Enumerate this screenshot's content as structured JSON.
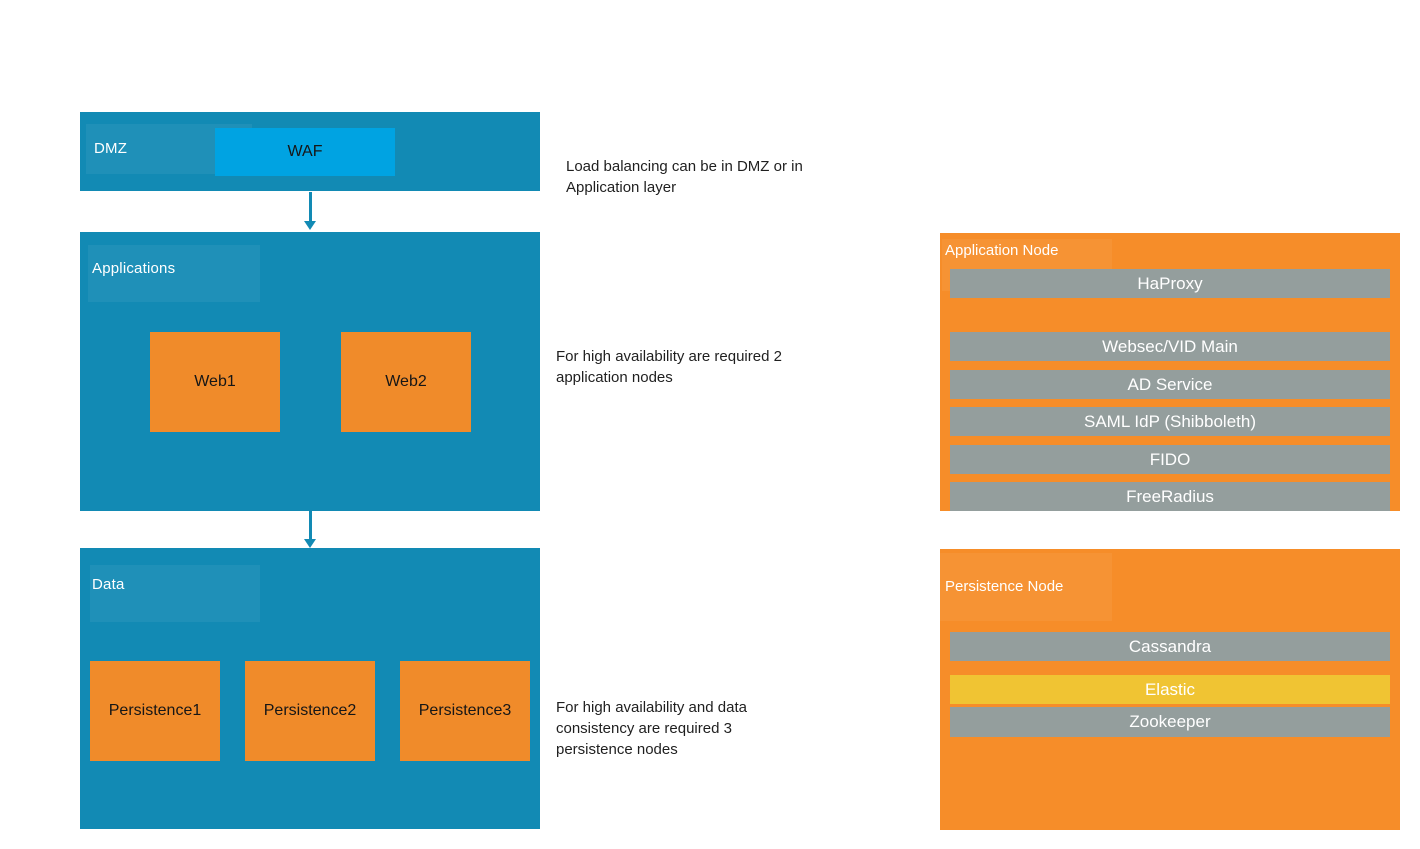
{
  "colors": {
    "layer_teal": "#128AB4",
    "waf_blue": "#00A3E2",
    "box_orange": "#F08B2A",
    "panel_orange": "#F68D29",
    "service_gray": "#949E9D",
    "highlight_yellow": "#F0C433",
    "text_white": "#FFFFFF",
    "text_dark": "#1F1F1F"
  },
  "layers": [
    {
      "label": "DMZ",
      "boxes": [
        {
          "label": "WAF"
        }
      ]
    },
    {
      "label": "Applications",
      "boxes": [
        {
          "label": "Web1"
        },
        {
          "label": "Web2"
        }
      ]
    },
    {
      "label": "Data",
      "boxes": [
        {
          "label": "Persistence1"
        },
        {
          "label": "Persistence2"
        },
        {
          "label": "Persistence3"
        }
      ]
    }
  ],
  "annotations": [
    {
      "text": "Load balancing can be in DMZ or in Application layer"
    },
    {
      "text": "For high availability are required 2 application nodes"
    },
    {
      "text": "For high availability and data consistency are required 3 persistence nodes"
    }
  ],
  "nodes": [
    {
      "title": "Application Node",
      "services": [
        "HaProxy",
        "Websec/VID Main",
        "AD Service",
        "SAML IdP (Shibboleth)",
        "FIDO",
        "FreeRadius"
      ]
    },
    {
      "title": "Persistence Node",
      "services": [
        "Cassandra",
        "Elastic",
        "Zookeeper"
      ],
      "highlighted_service": "Elastic"
    }
  ]
}
